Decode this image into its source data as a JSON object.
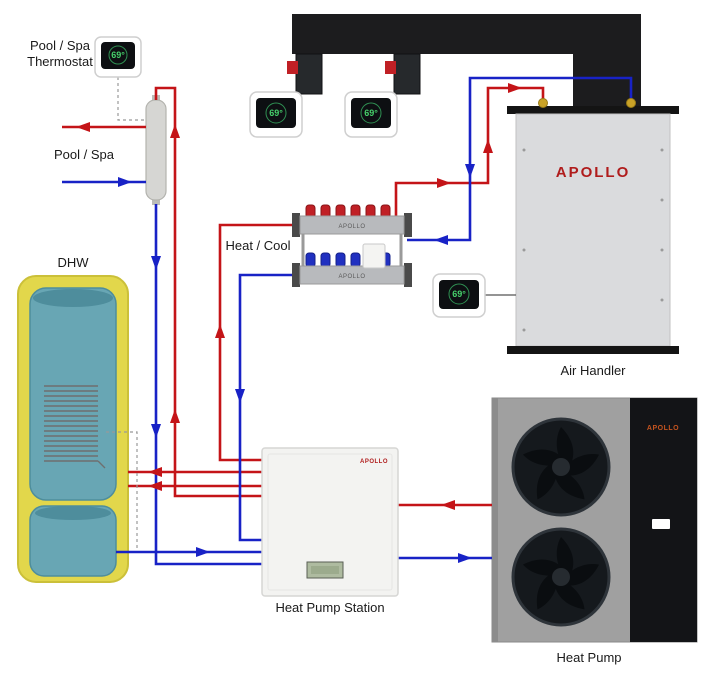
{
  "labels": {
    "pool_spa_thermostat_line1": "Pool / Spa",
    "pool_spa_thermostat_line2": "Thermostat",
    "pool_spa": "Pool / Spa",
    "dhw": "DHW",
    "heat_cool": "Heat / Cool",
    "air_handler": "Air Handler",
    "heat_pump_station": "Heat Pump Station",
    "heat_pump": "Heat Pump"
  },
  "thermostats": [
    {
      "id": "pool-spa-thermostat",
      "temp": "69°"
    },
    {
      "id": "zone-thermostat-1",
      "temp": "69°"
    },
    {
      "id": "zone-thermostat-2",
      "temp": "69°"
    },
    {
      "id": "air-handler-thermostat",
      "temp": "69°"
    }
  ],
  "brand": {
    "air_handler": "APOLLO",
    "heat_pump": "APOLLO",
    "heat_pump_station": "APOLLO",
    "manifold_top": "APOLLO",
    "manifold_bottom": "APOLLO"
  },
  "colors": {
    "hot_pipe": "#c41418",
    "cold_pipe": "#1822c6",
    "apollo_red": "#b01c1c",
    "apollo_orange": "#c4541f",
    "tank_insulation": "#e2d74b",
    "tank_body": "#68a6b4",
    "thermostat_temp": "#46d06b"
  }
}
